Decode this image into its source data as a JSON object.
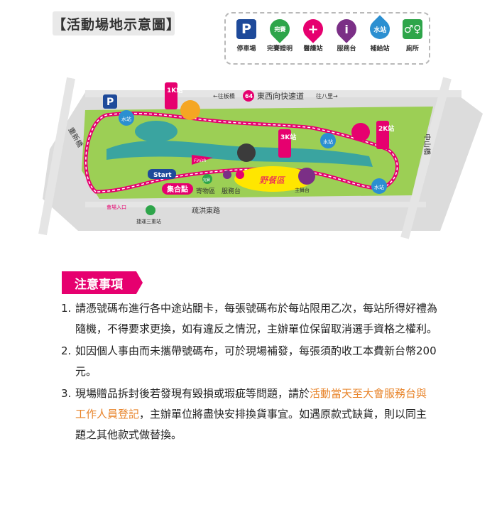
{
  "header": {
    "title": "【活動場地示意圖】"
  },
  "legend": [
    {
      "label": "停車場",
      "icon": "parking-icon",
      "glyph": "P",
      "color": "#1e4a9a"
    },
    {
      "label": "完賽證明",
      "icon": "finish-certificate-icon",
      "glyph": "完賽",
      "color": "#2ea54a"
    },
    {
      "label": "醫護站",
      "icon": "medical-icon",
      "glyph": "+",
      "color": "#e6006f"
    },
    {
      "label": "服務台",
      "icon": "info-icon",
      "glyph": "i",
      "color": "#7b2f86"
    },
    {
      "label": "補給站",
      "icon": "water-station-icon",
      "glyph": "水站",
      "color": "#2b8fd1"
    },
    {
      "label": "廁所",
      "icon": "restroom-icon",
      "glyph": "♂♀",
      "color": "#2ea54a"
    }
  ],
  "map": {
    "roads": {
      "north": "東西向快速道",
      "north_left": "←往板橋",
      "north_right": "往八里→",
      "highway_no": "64",
      "west": "重新橋",
      "east": "中山橋",
      "south": "疏洪東路"
    },
    "stations": {
      "km1": "1K站",
      "km2": "2K站",
      "km3": "3K站",
      "water": "水站"
    },
    "labels": {
      "start": "Start",
      "finish": "Finish",
      "gather": "集合點",
      "cert": "寄物區",
      "service": "服務台",
      "picnic": "野餐區",
      "stage": "主舞台",
      "entrance": "會場入口",
      "mrt": "捷運三重站",
      "cert_badge": "完賽"
    }
  },
  "notes": {
    "title": "注意事項",
    "items": [
      {
        "num": "1.",
        "text": "請憑號碼布進行各中途站關卡，每張號碼布於每站限用乙次，每站所得好禮為隨機，不得要求更換，如有違反之情況，主辦單位保留取消選手資格之權利。"
      },
      {
        "num": "2.",
        "text": "如因個人事由而未攜帶號碼布，可於現場補發，每張須酌收工本費新台幣200元。"
      },
      {
        "num": "3.",
        "pre": "現場贈品拆封後若發現有毀損或瑕疵等問題，請於",
        "highlight": "活動當天至大會服務台與工作人員登記",
        "post": "，主辦單位將盡快安排換貨事宜。如遇原款式缺貨，則以同主題之其他款式做替換。"
      }
    ]
  }
}
